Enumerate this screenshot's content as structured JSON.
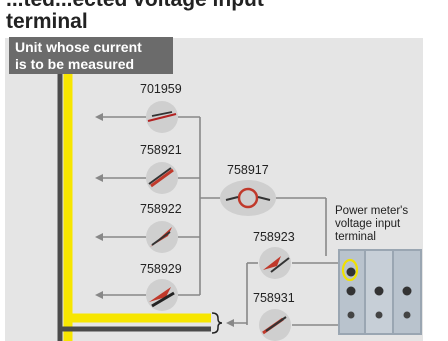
{
  "page": {
    "title": "...ted...ected voltage input\nterminal",
    "unit_label": "Unit whose current\nis to be measured"
  },
  "probes": [
    {
      "code": "701959",
      "icon": "probe-cable-icon"
    },
    {
      "code": "758921",
      "icon": "test-lead-icon"
    },
    {
      "code": "758922",
      "icon": "alligator-clip-icon"
    },
    {
      "code": "758929",
      "icon": "alligator-clip-icon"
    }
  ],
  "adapter": {
    "code": "758917",
    "icon": "test-lead-set-icon"
  },
  "lower_accessories": [
    {
      "code": "758923",
      "icon": "safety-terminal-adapter-icon"
    },
    {
      "code": "758931",
      "icon": "safety-terminal-adapter-icon"
    }
  ],
  "power_meter": {
    "label": "Power meter's\nvoltage input\nterminal",
    "icon": "power-meter-icon"
  },
  "colors": {
    "wire_yellow": "#f7e600",
    "wire_dark": "#4a4a4a",
    "connector_gray": "#8a8a8a",
    "badge_bg": "#cfcfcf",
    "highlight": "#f0e000"
  }
}
